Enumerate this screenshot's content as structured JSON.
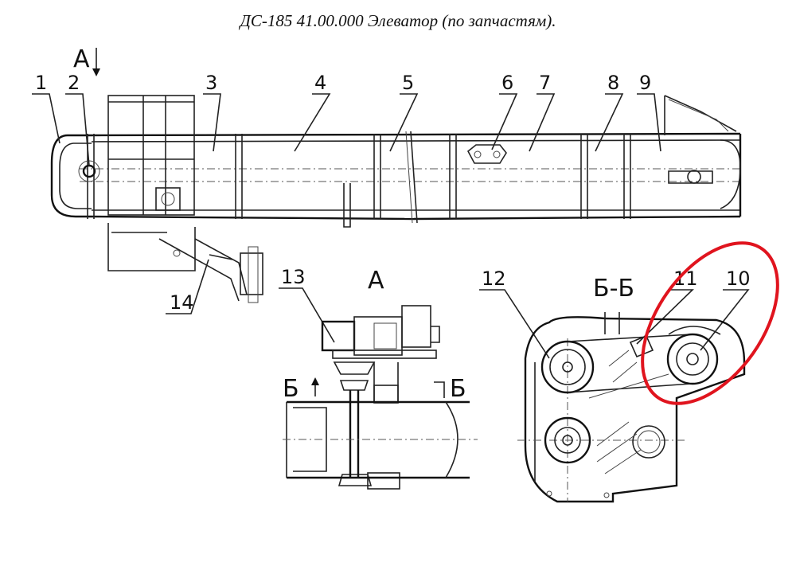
{
  "title": "ДС-185 41.00.000  Элеватор (по запчастям).",
  "view_labels": {
    "view_a_arrow": "А",
    "view_a": "А",
    "section_bb": "Б-Б",
    "cut_left": "Б",
    "cut_right": "Б"
  },
  "callouts": [
    "1",
    "2",
    "3",
    "4",
    "5",
    "6",
    "7",
    "8",
    "9",
    "10",
    "11",
    "12",
    "13",
    "14"
  ],
  "highlight": {
    "part": "10",
    "color": "#e0141e"
  }
}
